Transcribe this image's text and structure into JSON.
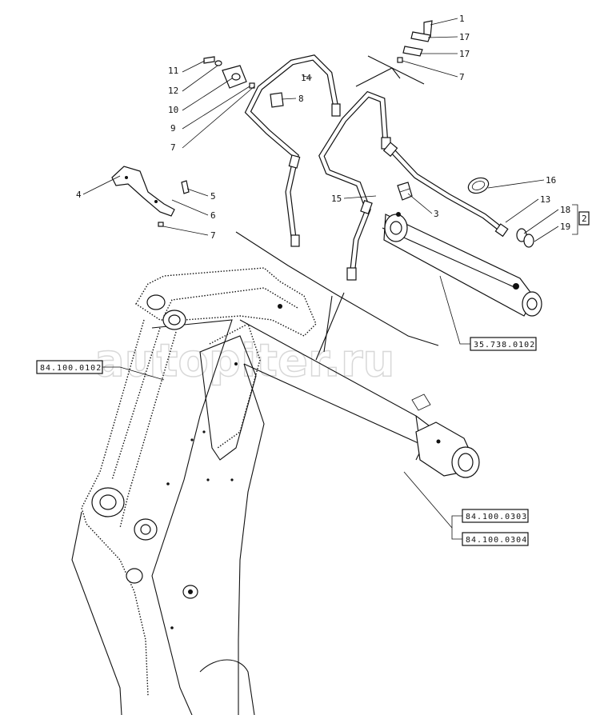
{
  "callouts": {
    "c1": "1",
    "c17a": "17",
    "c17b": "17",
    "c7a": "7",
    "c11": "11",
    "c12": "12",
    "c10": "10",
    "c9": "9",
    "c7b": "7",
    "c14": "14",
    "c8": "8",
    "c4": "4",
    "c5": "5",
    "c6": "6",
    "c7c": "7",
    "c16": "16",
    "c15": "15",
    "c3": "3",
    "c13": "13",
    "c18": "18",
    "c19": "19",
    "c2": "2"
  },
  "references": {
    "cylinder": "35.738.0102",
    "boom": "84.100.0102",
    "arm_a": "84.100.0303",
    "arm_b": "84.100.0304"
  },
  "watermark": "autopiter.ru"
}
